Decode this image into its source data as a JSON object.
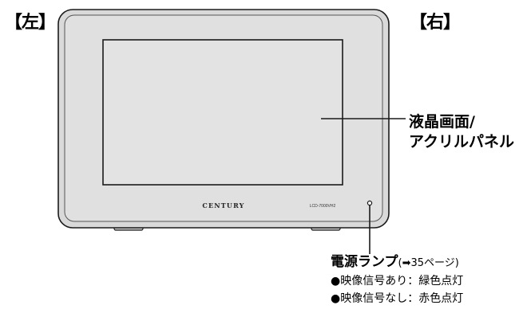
{
  "labels": {
    "left": "【左】",
    "right": "【右】"
  },
  "monitor": {
    "brand": "CENTURY",
    "model": "LCD-7000VH2"
  },
  "callouts": {
    "lcd_line1": "液晶画面/",
    "lcd_line2": "アクリルパネル",
    "power_title": "電源ランプ",
    "power_ref": "(➡35ページ)",
    "power_on": "●映像信号あり：緑色点灯",
    "power_off": "●映像信号なし：赤色点灯"
  },
  "colors": {
    "bezel": "#d9d9d9",
    "screen": "#e3e3e3",
    "outline": "#1a1a1a"
  }
}
